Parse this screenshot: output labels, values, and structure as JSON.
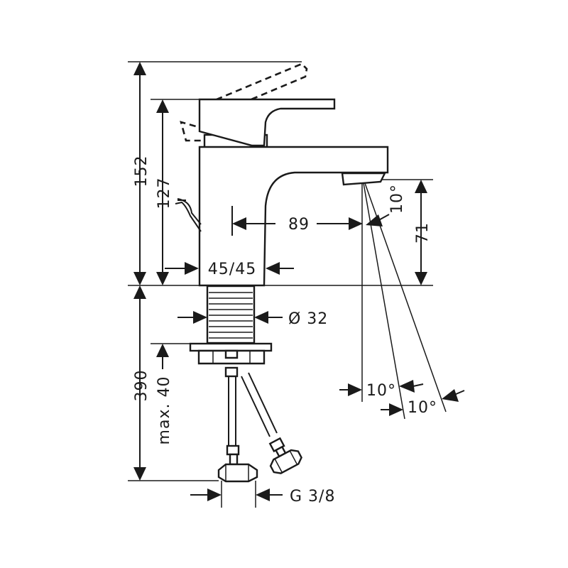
{
  "dimensions": {
    "total_height": "152",
    "handle_height": "127",
    "spout_reach": "89",
    "spout_height": "71",
    "base_width": "45/45",
    "shank_diameter": "Ø 32",
    "below_counter": "390",
    "max_thickness": "max. 40",
    "connection": "G 3/8",
    "spout_angle": "10°",
    "spray_angle_1": "10°",
    "spray_angle_2": "10°"
  }
}
